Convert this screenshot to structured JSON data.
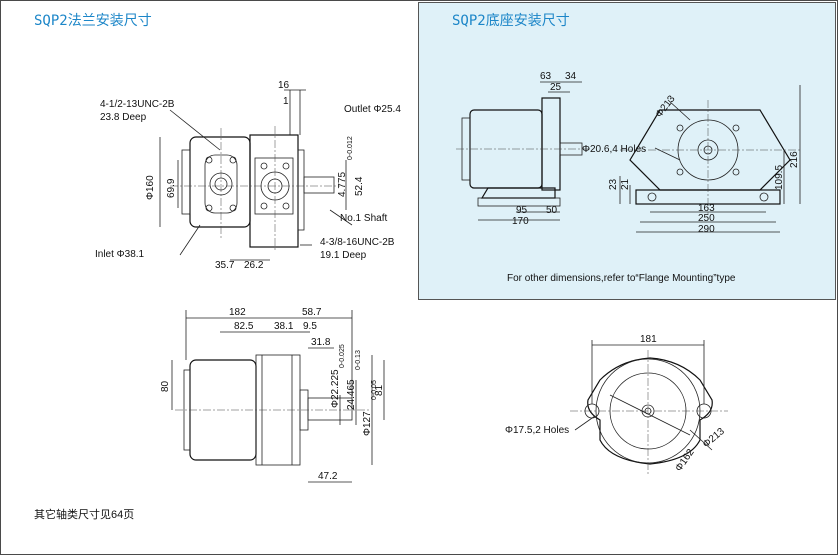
{
  "titles": {
    "flange": "SQP2法兰安装尺寸",
    "foot": "SQP2底座安装尺寸"
  },
  "flange_view": {
    "thread_top": "4-1/2-13UNC-2B",
    "thread_top_depth": "23.8 Deep",
    "outlet": "Outlet Φ25.4",
    "dim_16": "16",
    "dim_1": "1",
    "dim_160": "Φ160",
    "dim_699": "69.9",
    "dim_4775": "4.775",
    "dim_4775_tol": "0-0.012",
    "dim_524": "52.4",
    "shaft": "No.1 Shaft",
    "thread_bottom": "4-3/8-16UNC-2B",
    "thread_bottom_depth": "19.1 Deep",
    "inlet": "Inlet Φ38.1",
    "dim_357": "35.7",
    "dim_262": "26.2"
  },
  "foot_view": {
    "dim_63": "63",
    "dim_34": "34",
    "dim_25": "25",
    "dim_95": "95",
    "dim_50": "50",
    "dim_170": "170",
    "dim_213": "Φ213",
    "holes": "Φ20.6,4 Holes",
    "dim_23": "23",
    "dim_21": "21",
    "dim_1095": "109.5",
    "dim_216": "216",
    "dim_163": "163",
    "dim_250": "250",
    "dim_290": "290",
    "note": "For other dimensions,refer to“Flange Mounting”type"
  },
  "side_view": {
    "dim_182": "182",
    "dim_587": "58.7",
    "dim_825": "82.5",
    "dim_381": "38.1",
    "dim_95": "9.5",
    "dim_318": "31.8",
    "dim_80": "80",
    "dim_22225": "Φ22.225",
    "dim_22225_tol": "0-0.025",
    "dim_24465": "24.465",
    "dim_24465_tol": "0-0.13",
    "dim_127": "Φ127",
    "dim_127_tol": "0-0.05",
    "dim_81": "81",
    "dim_472": "47.2"
  },
  "front_view": {
    "dim_181": "181",
    "holes": "Φ17.5,2 Holes",
    "dim_213": "Φ213",
    "dim_162": "Φ162"
  },
  "footer": "其它轴类尺寸见64页"
}
